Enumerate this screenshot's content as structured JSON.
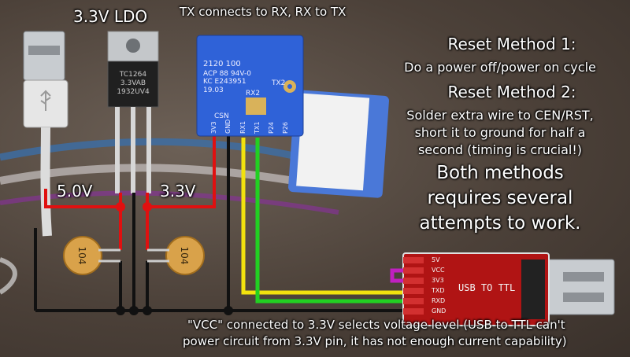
{
  "labels": {
    "ldo": "3.3V LDO",
    "tx_rx": "TX connects to RX, RX to TX",
    "v5": "5.0V",
    "v33": "3.3V",
    "reset1_title": "Reset Method 1:",
    "reset1_desc": "Do a power off/power on cycle",
    "reset2_title": "Reset Method 2:",
    "reset2_line1": "Solder extra wire to CEN/RST,",
    "reset2_line2": "short it to ground for half a",
    "reset2_line3": "second (timing is crucial!)",
    "both1": "Both methods",
    "both2": "requires several",
    "both3": "attempts to work.",
    "vcc_line1": "\"VCC\" connected to 3.3V selects voltage level (USB to TTL can't",
    "vcc_line2": "power circuit from 3.3V pin, it has not enough current capability)"
  },
  "ldo_chip": {
    "line1": "TC1264",
    "line2": "3.3VAB",
    "line3": "1932UV4"
  },
  "module": {
    "code": "2120   100",
    "line1": "ACP 88 94V-0",
    "line2": "KC E243951",
    "line3": "19.03",
    "tx2": "TX2",
    "rx2": "RX2",
    "csn": "CSN",
    "pins": [
      "3V3",
      "GND",
      "RX1",
      "TX1",
      "P24",
      "P26"
    ]
  },
  "usb_ttl": {
    "label": "USB TO TTL",
    "pins": [
      "5V",
      "VCC",
      "3V3",
      "TXD",
      "RXD",
      "GND"
    ]
  },
  "capacitors": [
    "104",
    "104"
  ],
  "colors": {
    "red": "#e01010",
    "black": "#111111",
    "yellow": "#f2e20e",
    "green": "#22d022",
    "magenta": "#c020c0",
    "blue_module": "#2f62d8"
  }
}
